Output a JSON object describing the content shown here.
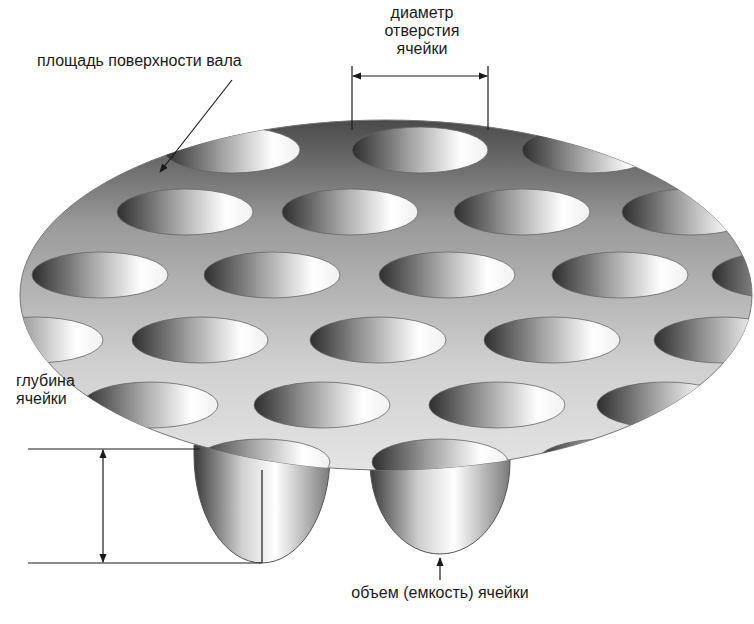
{
  "diagram": {
    "labels": [
      "диаметр отверстия ячейки",
      "площадь поверхности вала",
      "глубина ячейки",
      "объем (емкость) ячейки"
    ]
  }
}
